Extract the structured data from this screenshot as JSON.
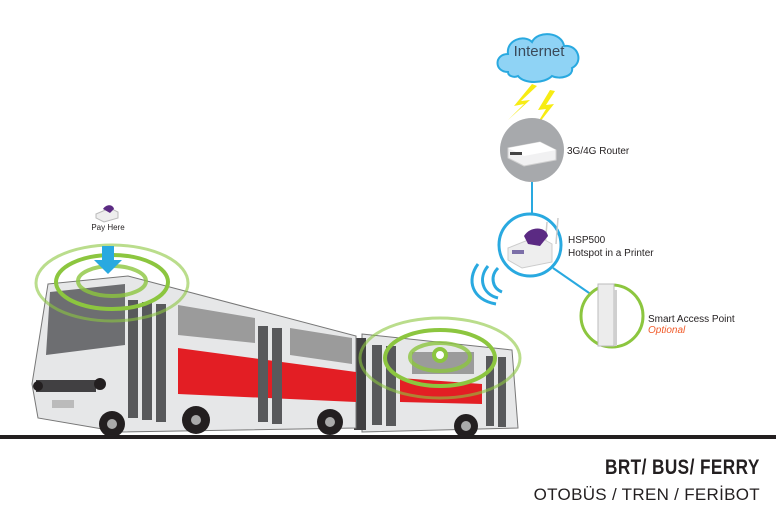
{
  "network": {
    "internet_label": "Internet",
    "router_label": "3G/4G Router",
    "printer_model": "HSP500",
    "printer_desc": "Hotspot in a Printer",
    "ap_label": "Smart Access Point",
    "ap_note": "Optional"
  },
  "bus": {
    "pay_label": "Pay Here"
  },
  "footer": {
    "title": "BRT/ BUS/ FERRY",
    "subtitle": "OTOBÜS / TREN / FERİBOT"
  },
  "colors": {
    "accent_blue": "#29a9e0",
    "accent_green": "#8cc63f",
    "optional_orange": "#f15a29",
    "bus_red": "#e31e24"
  }
}
